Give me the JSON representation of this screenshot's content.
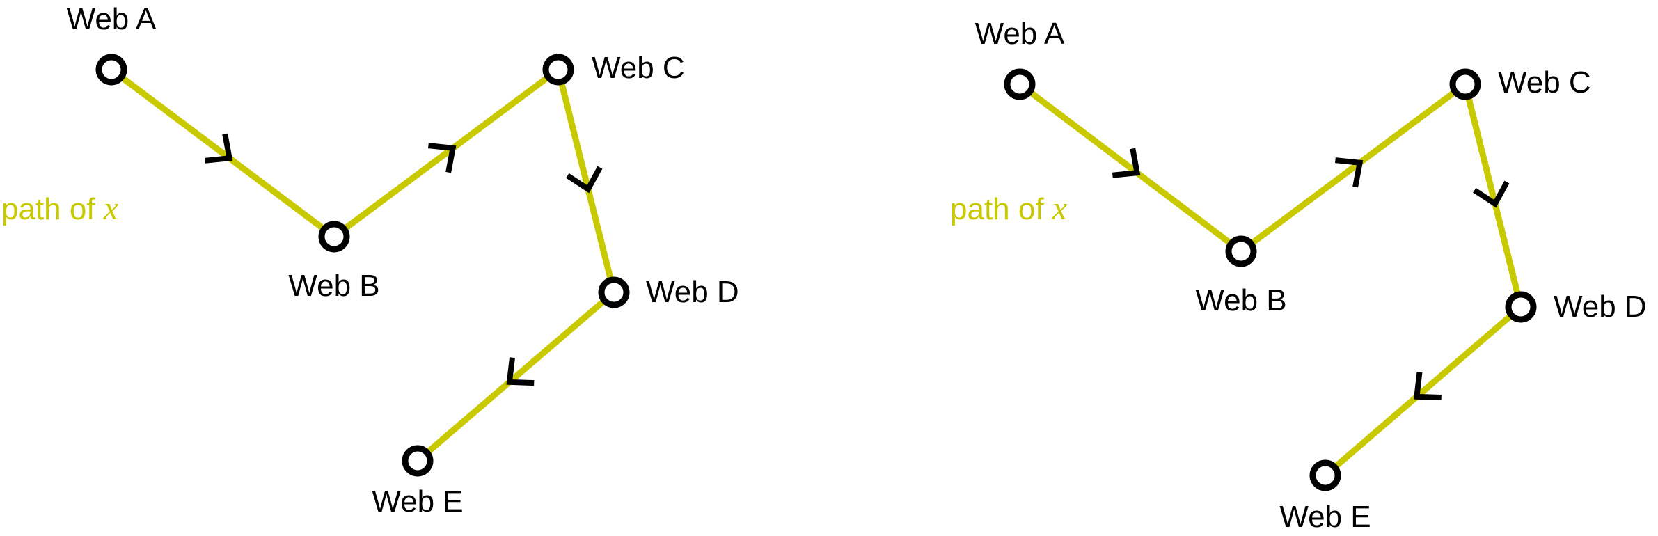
{
  "colors": {
    "path": "#c9c900",
    "node_stroke": "#000000",
    "node_fill": "#ffffff",
    "arrow": "#000000",
    "text": "#000000"
  },
  "diagrams": [
    {
      "path_label": {
        "text": "path of ",
        "variable": "x"
      },
      "nodes": [
        {
          "id": "a",
          "label": "Web A"
        },
        {
          "id": "b",
          "label": "Web B"
        },
        {
          "id": "c",
          "label": "Web C"
        },
        {
          "id": "d",
          "label": "Web D"
        },
        {
          "id": "e",
          "label": "Web E"
        }
      ],
      "edges": [
        {
          "from": "a",
          "to": "b"
        },
        {
          "from": "b",
          "to": "c"
        },
        {
          "from": "c",
          "to": "d"
        },
        {
          "from": "d",
          "to": "e"
        }
      ]
    },
    {
      "path_label": {
        "text": "path of ",
        "variable": "x"
      },
      "nodes": [
        {
          "id": "a",
          "label": "Web A"
        },
        {
          "id": "b",
          "label": "Web B"
        },
        {
          "id": "c",
          "label": "Web C"
        },
        {
          "id": "d",
          "label": "Web D"
        },
        {
          "id": "e",
          "label": "Web E"
        }
      ],
      "edges": [
        {
          "from": "a",
          "to": "b"
        },
        {
          "from": "b",
          "to": "c"
        },
        {
          "from": "c",
          "to": "d"
        },
        {
          "from": "d",
          "to": "e"
        }
      ]
    }
  ]
}
